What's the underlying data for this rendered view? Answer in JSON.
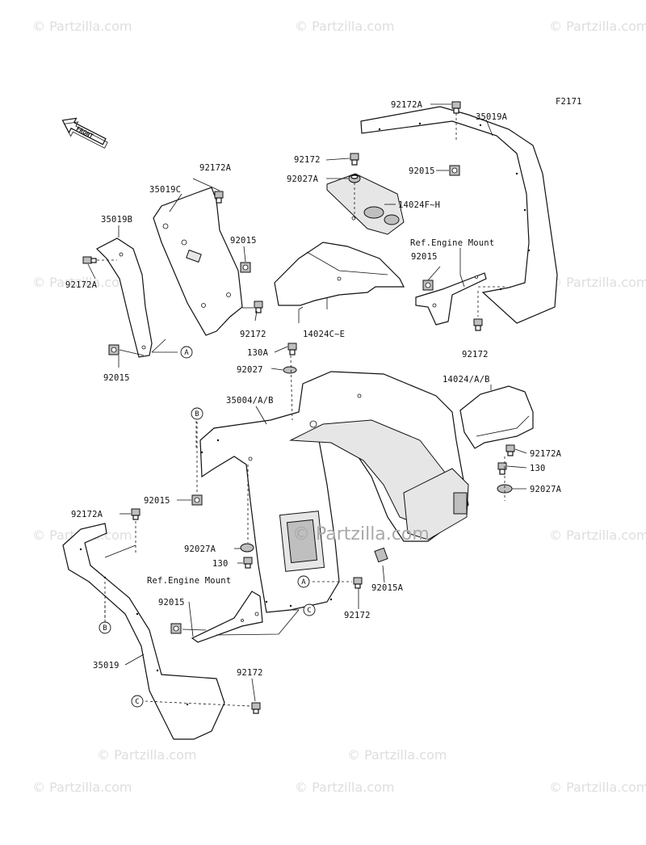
{
  "figure_code": "F2171",
  "front_indicator": "FRONT",
  "watermark": "© Partzilla.com",
  "callouts": {
    "A": "A",
    "B": "B",
    "C": "C"
  },
  "labels": {
    "p92172A_top": "92172A",
    "p35019A": "35019A",
    "p92172_top": "92172",
    "p92027A_top": "92027A",
    "p92015_top_right": "92015",
    "p14024FH": "14024F~H",
    "ref_engine_mount_top": "Ref.Engine Mount",
    "p92015_mid_right": "92015",
    "p92172_right": "92172",
    "p92172A_35019C": "92172A",
    "p35019C": "35019C",
    "p35019B": "35019B",
    "p92015_35019C": "92015",
    "p92172A_left": "92172A",
    "p92172_35019C": "92172",
    "p92015_left": "92015",
    "p14024CE": "14024C~E",
    "p130A": "130A",
    "p92027": "92027",
    "p35004AB": "35004/A/B",
    "p14024AB": "14024/A/B",
    "p92172A_rear": "92172A",
    "p130_rear": "130",
    "p92027A_rear": "92027A",
    "p92015_mid_left": "92015",
    "p92172A_lower_left": "92172A",
    "p92027A_mid": "92027A",
    "p130_mid": "130",
    "ref_engine_mount_bottom": "Ref.Engine Mount",
    "p92015_lower": "92015",
    "p92015A": "92015A",
    "p92172_lower": "92172",
    "p35019": "35019",
    "p92172_bottom": "92172"
  }
}
